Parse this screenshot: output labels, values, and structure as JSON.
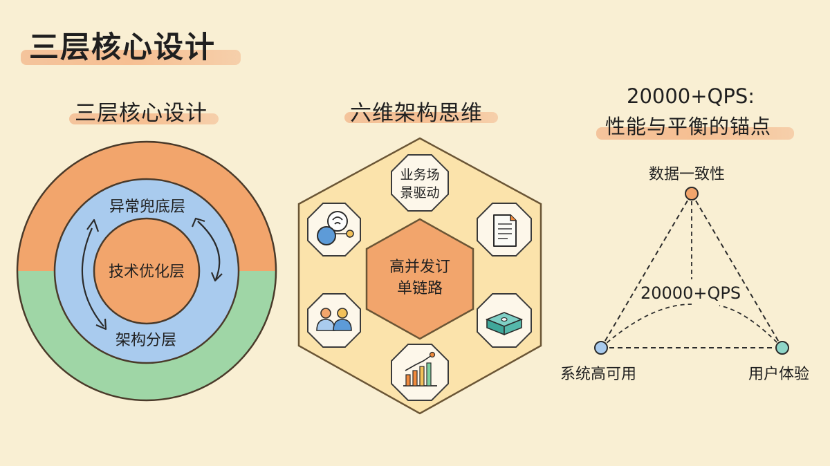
{
  "main_title": "三层核心设计",
  "section1": {
    "title": "三层核心设计",
    "outer_label": "架构分层",
    "middle_label": "异常兜底层",
    "inner_label": "技术优化层"
  },
  "section2": {
    "title": "六维架构思维",
    "center_line1": "高并发订",
    "center_line2": "单链路",
    "top_line1": "业务场",
    "top_line2": "景驱动"
  },
  "section3": {
    "title_line1": "20000+QPS:",
    "title_line2": "性能与平衡的锚点",
    "top_label": "数据一致性",
    "left_label": "系统高可用",
    "right_label": "用户体验",
    "center_label": "20000+QPS"
  },
  "colors": {
    "background": "#f9efd3",
    "orange": "#f2a56c",
    "blue": "#a9cbee",
    "green": "#9fd6a6",
    "hex_fill": "#fbe3ab",
    "highlight": "#f5b07f"
  },
  "icons": [
    "chat-bubbles-icon",
    "document-icon",
    "users-icon",
    "server-box-icon",
    "bar-chart-icon"
  ]
}
